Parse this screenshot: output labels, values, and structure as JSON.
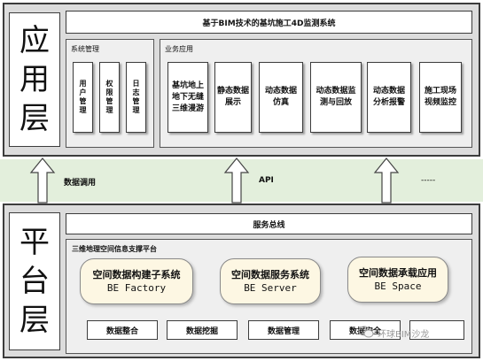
{
  "app_layer": {
    "label_chars": [
      "应",
      "用",
      "层"
    ],
    "title": "基于BIM技术的基坑施工4D监测系统",
    "system_mgmt": {
      "title": "系统管理",
      "items": [
        "用户管理",
        "权限管理",
        "日志管理"
      ]
    },
    "business": {
      "title": "业务应用",
      "items": [
        "基坑地上地下无缝三维漫游",
        "静态数据展示",
        "动态数据仿真",
        "动态数据监测与回放",
        "动态数据分析报警",
        "施工现场视频监控"
      ]
    }
  },
  "middle": {
    "labels": [
      "数据调用",
      "API",
      "-----"
    ]
  },
  "platform_layer": {
    "label_chars": [
      "平",
      "台",
      "层"
    ],
    "service_bus": "服务总线",
    "gis_platform": {
      "title": "三维地理空间信息支撑平台",
      "subsystems": [
        {
          "name": "空间数据构建子系统",
          "en": "BE Factory"
        },
        {
          "name": "空间数据服务系统",
          "en": "BE Server"
        },
        {
          "name": "空间数据承载应用",
          "en": "BE Space"
        }
      ],
      "modules": [
        "数据整合",
        "数据挖掘",
        "数据管理",
        "数据安全"
      ]
    }
  },
  "watermark": {
    "text": "环球BIM沙龙",
    "icon": "wechat-icon"
  }
}
